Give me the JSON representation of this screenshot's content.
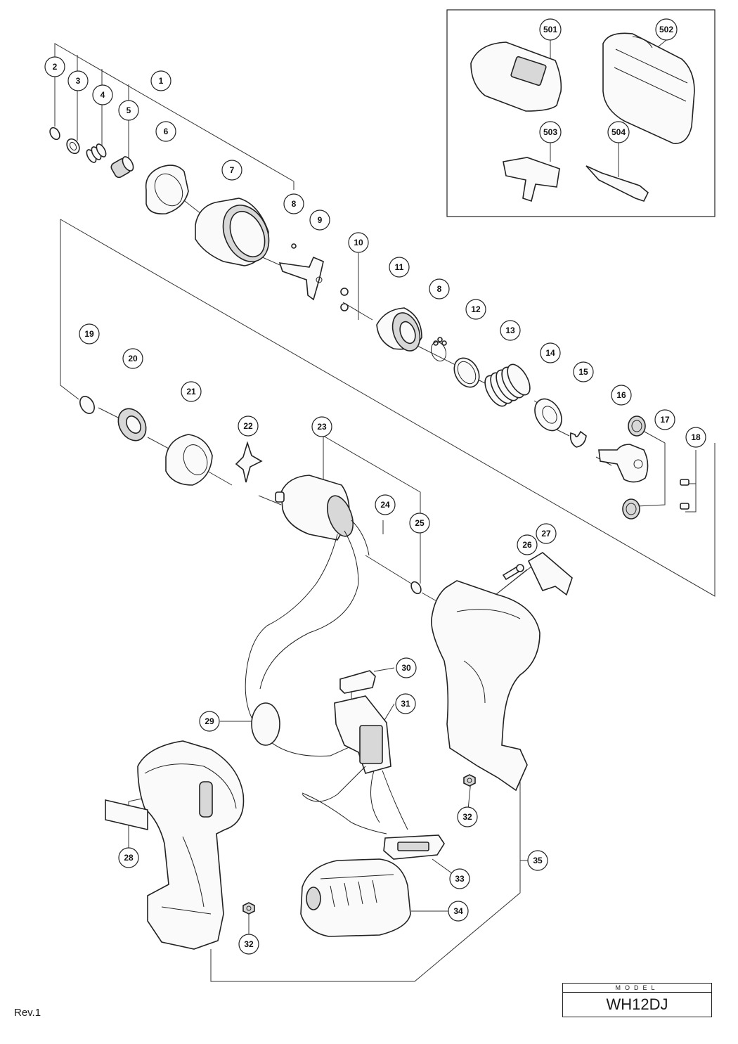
{
  "diagram": {
    "callouts": [
      "1",
      "2",
      "3",
      "4",
      "5",
      "6",
      "7",
      "8",
      "8",
      "9",
      "10",
      "11",
      "12",
      "13",
      "14",
      "15",
      "16",
      "17",
      "18",
      "19",
      "20",
      "21",
      "22",
      "23",
      "24",
      "25",
      "26",
      "27",
      "28",
      "29",
      "30",
      "31",
      "32",
      "32",
      "33",
      "34",
      "35",
      "501",
      "502",
      "503",
      "504"
    ]
  },
  "footer": {
    "revision": "Rev.1",
    "model_label": "MODEL",
    "model_value": "WH12DJ"
  }
}
